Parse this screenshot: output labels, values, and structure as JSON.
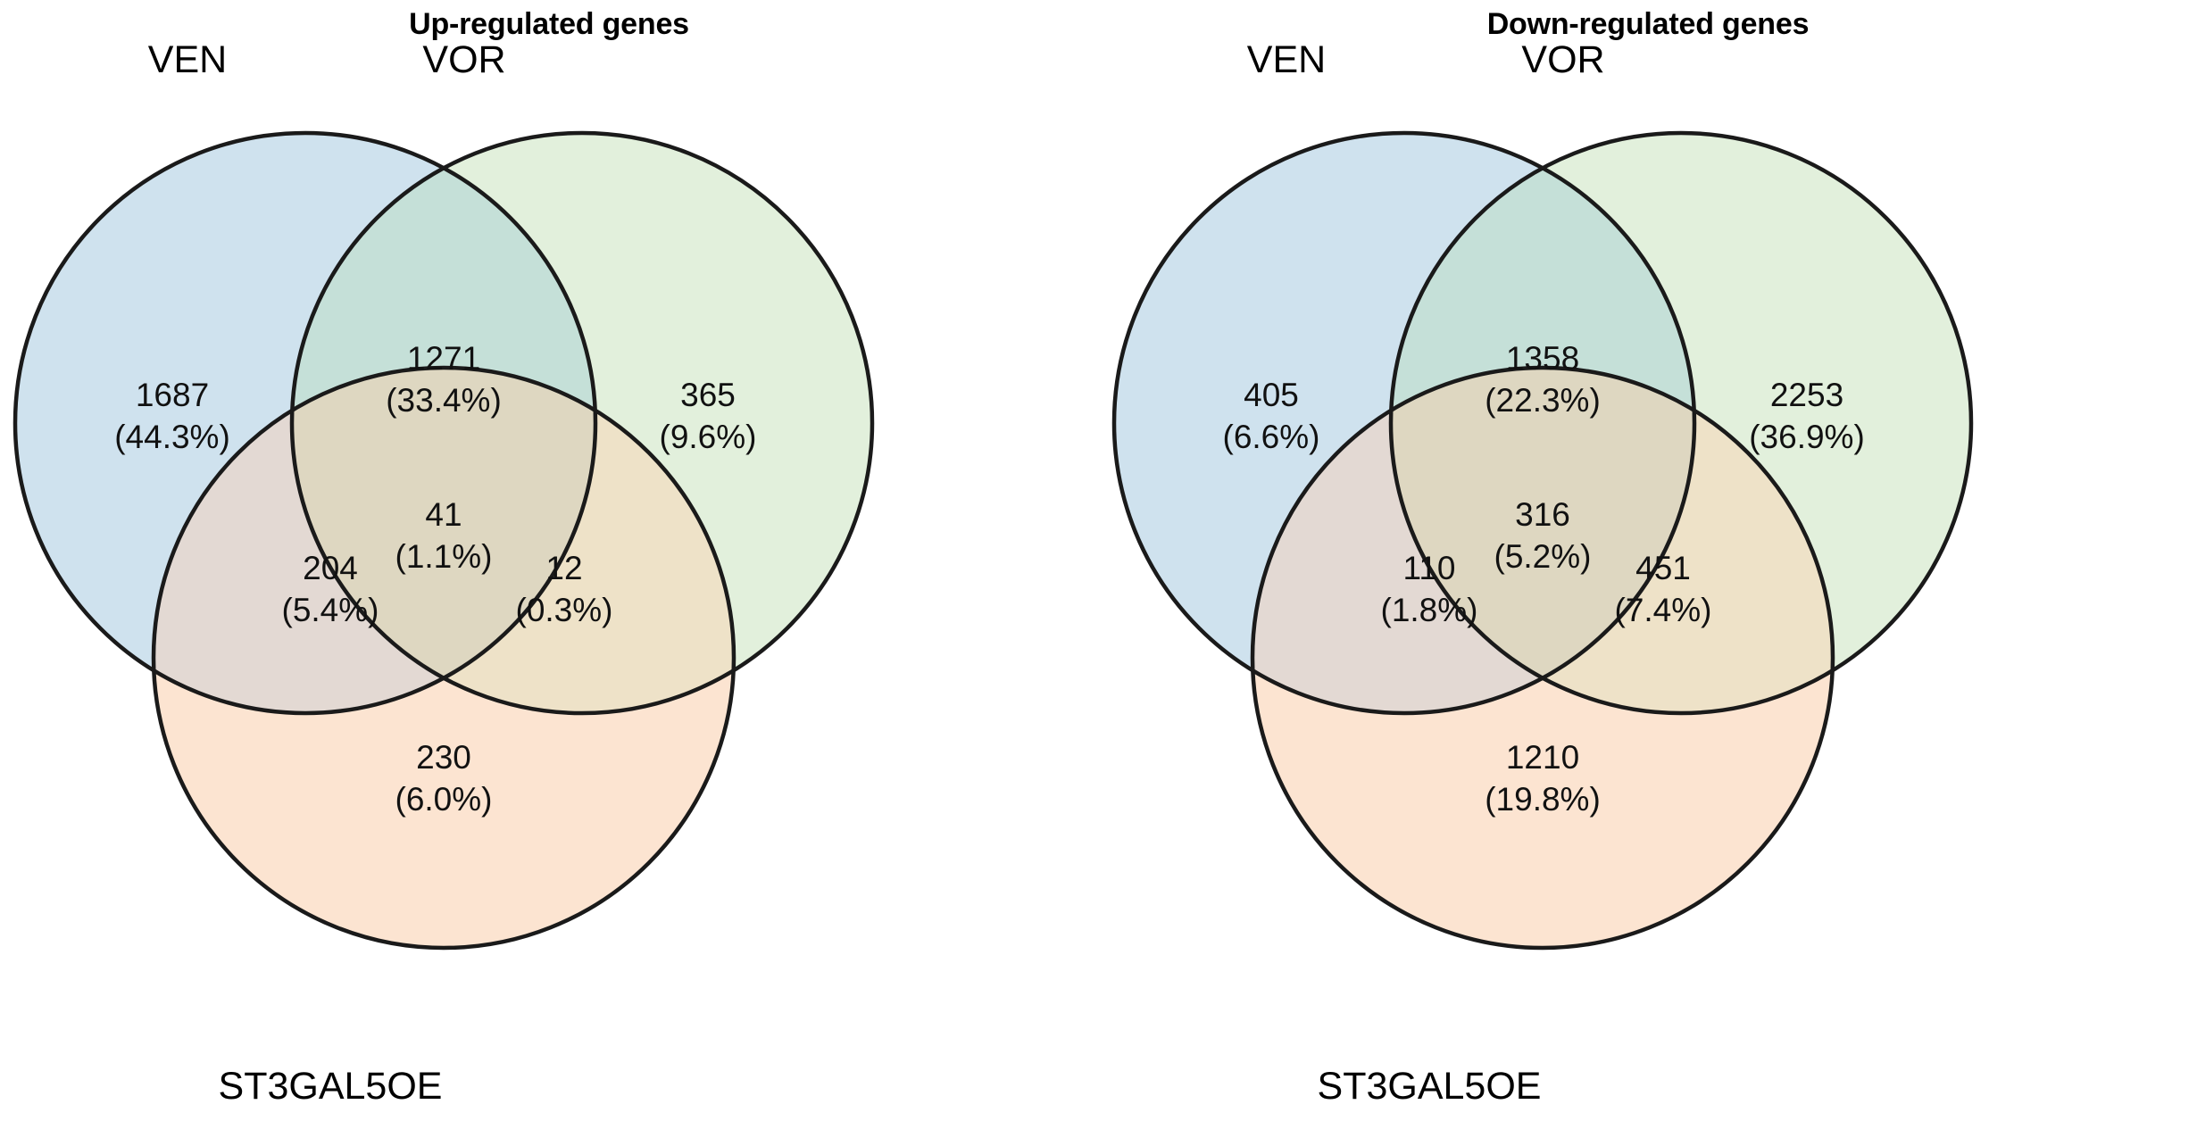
{
  "figure": {
    "background": "#ffffff",
    "stroke_color": "#1a1a1a",
    "colors": {
      "ven_fill": "#cfe2ee",
      "vor_fill": "#e2f0dc",
      "oe_fill": "#fce4d1",
      "ven_vor_fill": "#cae2dd",
      "ven_oe_fill": "#e3d9d3",
      "vor_oe_fill": "#eee2c8",
      "triple_fill": "#ded7c1"
    }
  },
  "chart_data": {
    "type": "venn",
    "title": "Up-regulated and Down-regulated gene overlap Venn diagrams",
    "sets": [
      "VEN",
      "VOR",
      "ST3GAL5OE"
    ],
    "panels": [
      {
        "id": "up",
        "title": "Up-regulated genes",
        "set_labels": {
          "left": "VEN",
          "right": "VOR",
          "bottom": "ST3GAL5OE"
        },
        "regions": [
          {
            "key": "VEN_only",
            "count": 1687,
            "count_text": "1687",
            "pct": 44.3,
            "pct_text": "(44.3%)"
          },
          {
            "key": "VOR_only",
            "count": 365,
            "count_text": "365",
            "pct": 9.6,
            "pct_text": "(9.6%)"
          },
          {
            "key": "OE_only",
            "count": 230,
            "count_text": "230",
            "pct": 6.0,
            "pct_text": "(6.0%)"
          },
          {
            "key": "VEN_VOR",
            "count": 1271,
            "count_text": "1271",
            "pct": 33.4,
            "pct_text": "(33.4%)"
          },
          {
            "key": "VEN_OE",
            "count": 204,
            "count_text": "204",
            "pct": 5.4,
            "pct_text": "(5.4%)"
          },
          {
            "key": "VOR_OE",
            "count": 12,
            "count_text": "12",
            "pct": 0.3,
            "pct_text": "(0.3%)"
          },
          {
            "key": "VEN_VOR_OE",
            "count": 41,
            "count_text": "41",
            "pct": 1.1,
            "pct_text": "(1.1%)"
          }
        ]
      },
      {
        "id": "down",
        "title": "Down-regulated genes",
        "set_labels": {
          "left": "VEN",
          "right": "VOR",
          "bottom": "ST3GAL5OE"
        },
        "regions": [
          {
            "key": "VEN_only",
            "count": 405,
            "count_text": "405",
            "pct": 6.6,
            "pct_text": "(6.6%)"
          },
          {
            "key": "VOR_only",
            "count": 2253,
            "count_text": "2253",
            "pct": 36.9,
            "pct_text": "(36.9%)"
          },
          {
            "key": "OE_only",
            "count": 1210,
            "count_text": "1210",
            "pct": 19.8,
            "pct_text": "(19.8%)"
          },
          {
            "key": "VEN_VOR",
            "count": 1358,
            "count_text": "1358",
            "pct": 22.3,
            "pct_text": "(22.3%)"
          },
          {
            "key": "VEN_OE",
            "count": 110,
            "count_text": "110",
            "pct": 1.8,
            "pct_text": "(1.8%)"
          },
          {
            "key": "VOR_OE",
            "count": 451,
            "count_text": "451",
            "pct": 7.4,
            "pct_text": "(7.4%)"
          },
          {
            "key": "VEN_VOR_OE",
            "count": 316,
            "count_text": "316",
            "pct": 5.2,
            "pct_text": "(5.2%)"
          }
        ]
      }
    ]
  },
  "panel_up": {
    "title": "Up-regulated genes",
    "label_ven": "VEN",
    "label_vor": "VOR",
    "label_oe": "ST3GAL5OE",
    "ven_only_count": "1687",
    "ven_only_pct": "(44.3%)",
    "vor_only_count": "365",
    "vor_only_pct": "(9.6%)",
    "oe_only_count": "230",
    "oe_only_pct": "(6.0%)",
    "ven_vor_count": "1271",
    "ven_vor_pct": "(33.4%)",
    "ven_oe_count": "204",
    "ven_oe_pct": "(5.4%)",
    "vor_oe_count": "12",
    "vor_oe_pct": "(0.3%)",
    "triple_count": "41",
    "triple_pct": "(1.1%)"
  },
  "panel_down": {
    "title": "Down-regulated genes",
    "label_ven": "VEN",
    "label_vor": "VOR",
    "label_oe": "ST3GAL5OE",
    "ven_only_count": "405",
    "ven_only_pct": "(6.6%)",
    "vor_only_count": "2253",
    "vor_only_pct": "(36.9%)",
    "oe_only_count": "1210",
    "oe_only_pct": "(19.8%)",
    "ven_vor_count": "1358",
    "ven_vor_pct": "(22.3%)",
    "ven_oe_count": "110",
    "ven_oe_pct": "(1.8%)",
    "vor_oe_count": "451",
    "vor_oe_pct": "(7.4%)",
    "triple_count": "316",
    "triple_pct": "(5.2%)"
  }
}
